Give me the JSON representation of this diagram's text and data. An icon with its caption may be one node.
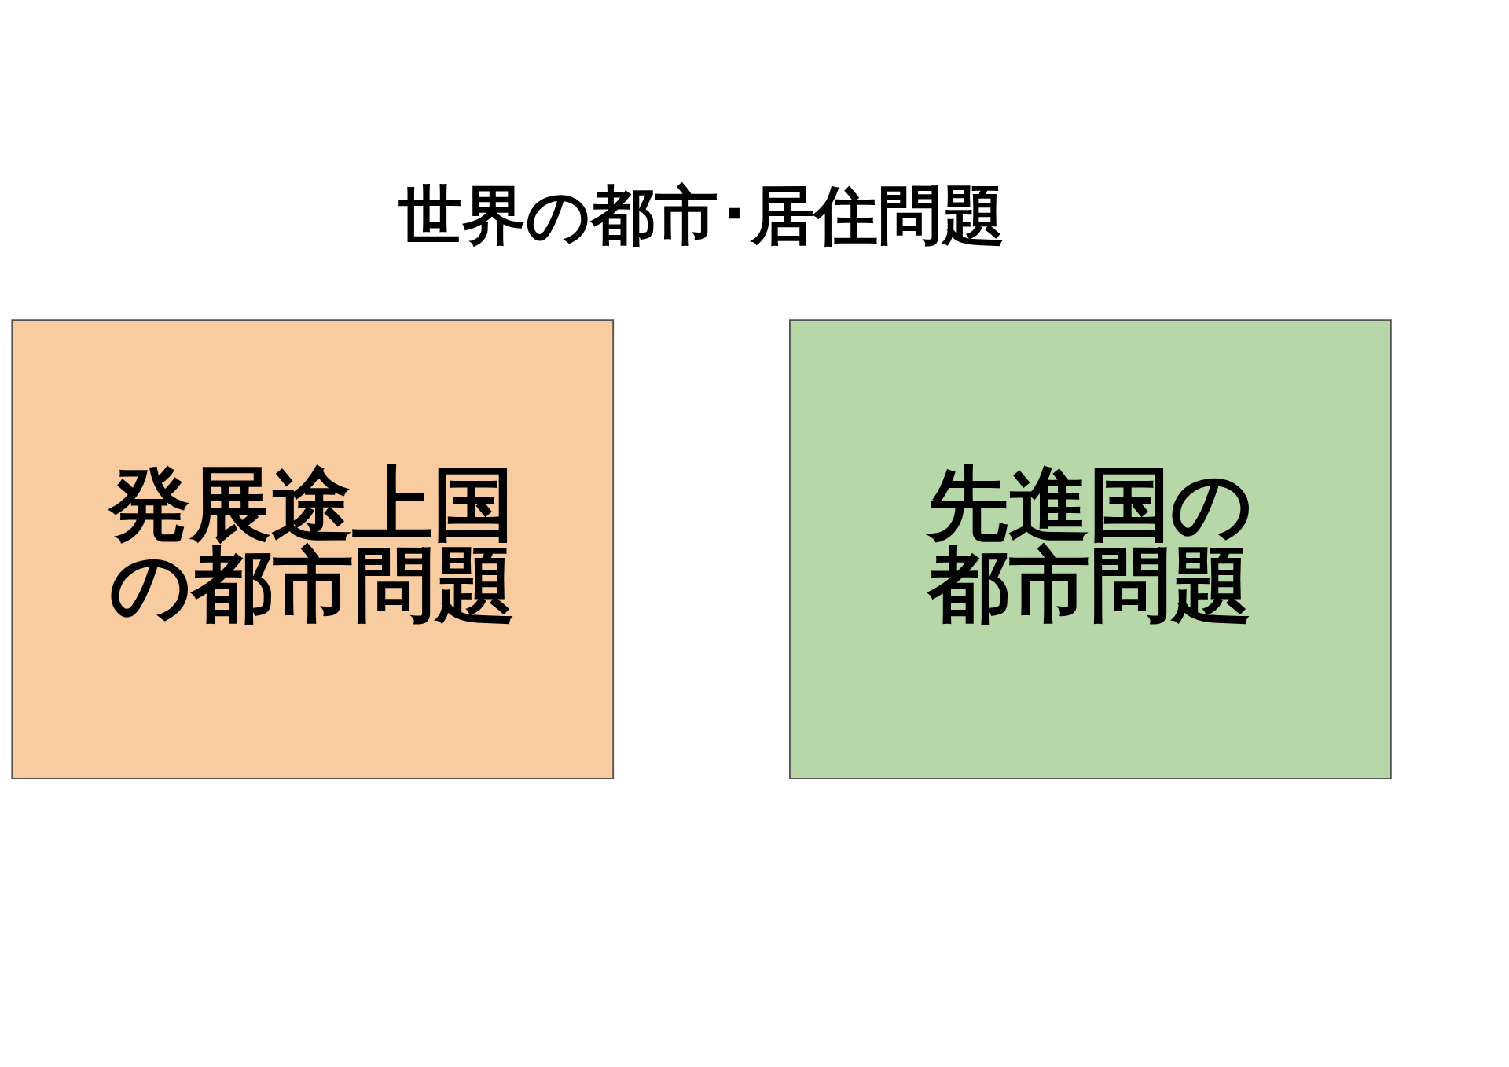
{
  "diagram": {
    "title": "世界の都市･居住問題",
    "nodes": [
      {
        "text": [
          "発展途上国の都市問題"
        ]
      },
      {
        "text": [
          "先進国の都市問題"
        ]
      }
    ]
  }
}
